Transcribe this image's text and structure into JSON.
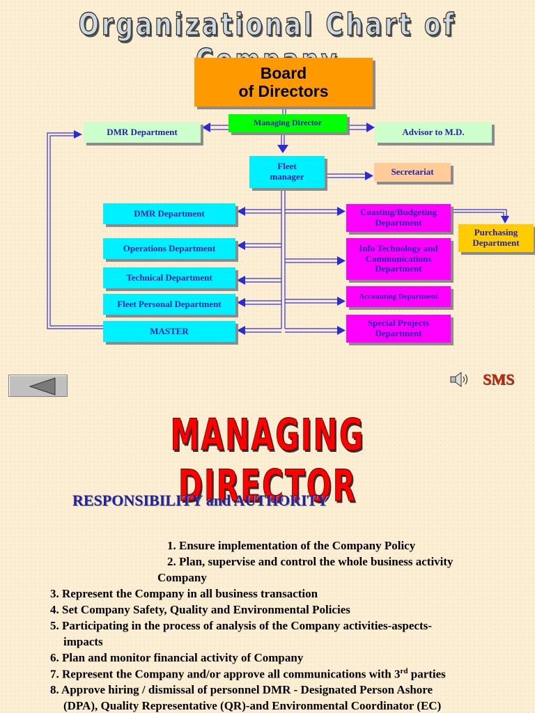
{
  "header": {
    "title": "Organizational Chart of Company"
  },
  "chart": {
    "board": "Board\nof Directors",
    "managing_director": "Managing Director",
    "dmr_top": "DMR Department",
    "advisor": "Advisor to M.D.",
    "fleet_manager": "Fleet\nmanager",
    "secretariat": "Secretariat",
    "left": [
      "DMR Department",
      "Operations Department",
      "Technical Department",
      "Fleet Personal Department",
      "MASTER"
    ],
    "right": [
      "Coasting/Budgeting\nDepartment",
      "Info Technology and\nCommunications\nDepartment",
      "Accounting Department",
      "Special Projects\nDepartment"
    ],
    "purchasing": "Purchasing\nDepartment"
  },
  "nav": {
    "sms_label": "SMS",
    "back_icon": "triangle-left-icon",
    "sound_icon": "speaker-icon"
  },
  "section": {
    "title": "MANAGING DIRECTOR",
    "subtitle": "RESPONSIBILITY and AUTHORITY",
    "items": [
      "1. Ensure implementation of the Company Policy",
      "2. Plan, supervise and control the whole business activity",
      "Company",
      "3. Represent the Company in all business transaction",
      "4. Set Company Safety, Quality and Environmental Policies",
      "5. Participating in the process of analysis of the Company activities-aspects-",
      "impacts",
      "6. Plan and monitor financial activity of Company",
      "7. Represent the Company and/or approve all communications with 3",
      "rd",
      "parties",
      "8. Approve hiring / dismissal of personnel DMR - Designated Person Ashore",
      "(DPA), Quality Representative (QR)-and Environmental Coordinator (EC)"
    ]
  }
}
